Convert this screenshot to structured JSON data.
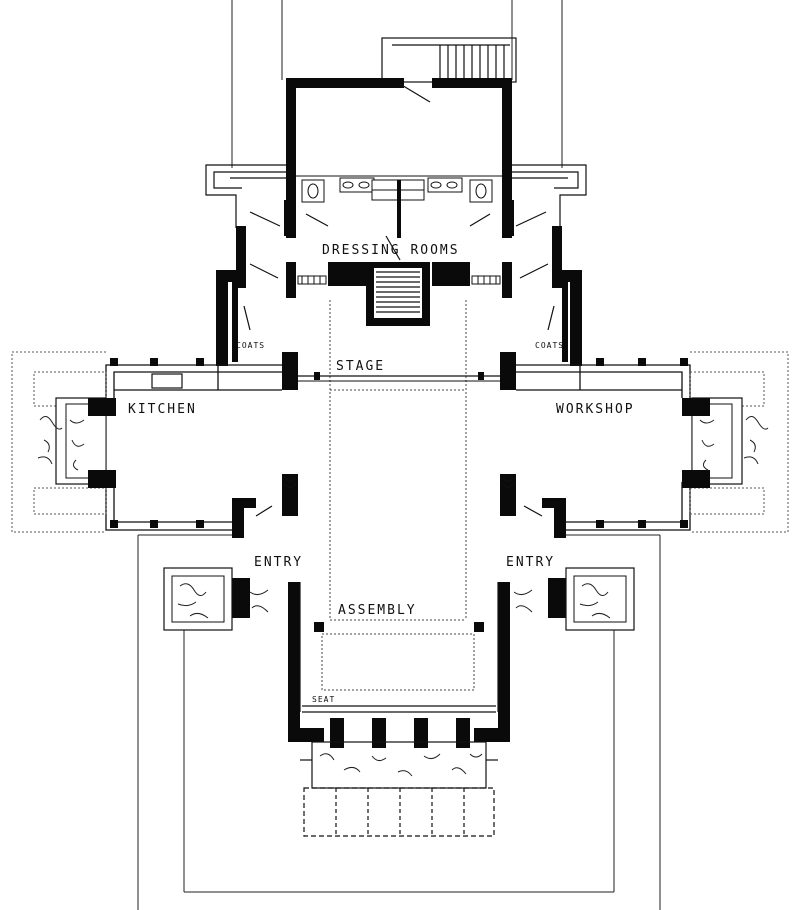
{
  "plan": {
    "labels": {
      "dressing_rooms": "DRESSING ROOMS",
      "stage": "STAGE",
      "kitchen": "KITCHEN",
      "workshop": "WORKSHOP",
      "coats_left": "COATS",
      "coats_right": "COATS",
      "entry_left": "ENTRY",
      "entry_right": "ENTRY",
      "assembly": "ASSEMBLY",
      "seat": "SEAT"
    },
    "colors": {
      "paper": "#ffffff",
      "ink": "#111111",
      "wall": "#0a0a0a"
    }
  }
}
